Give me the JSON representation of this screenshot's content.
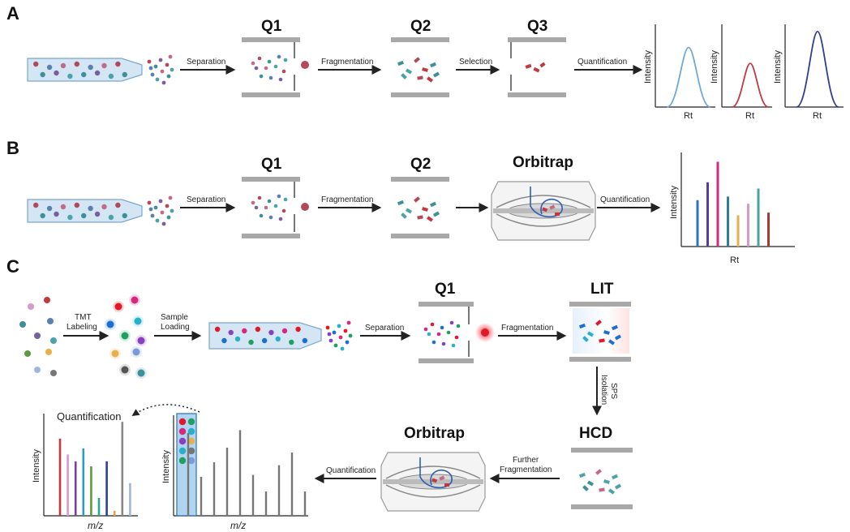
{
  "panels": {
    "a": "A",
    "b": "B",
    "c": "C"
  },
  "stages": {
    "a_q1": "Q1",
    "a_q2": "Q2",
    "a_q3": "Q3",
    "b_q1": "Q1",
    "b_q2": "Q2",
    "b_orbitrap": "Orbitrap",
    "c_q1": "Q1",
    "c_lit": "LIT",
    "c_hcd": "HCD",
    "c_orbitrap": "Orbitrap"
  },
  "arrows": {
    "a_separation": "Separation",
    "a_fragmentation": "Fragmentation",
    "a_selection": "Selection",
    "a_quantification": "Quantification",
    "b_separation": "Separation",
    "b_fragmentation": "Fragmentation",
    "b_quantification": "Quantification",
    "c_tmt_1": "TMT",
    "c_tmt_2": "Labeling",
    "c_sample_1": "Sample",
    "c_sample_2": "Loading",
    "c_separation": "Separation",
    "c_fragmentation": "Fragmentation",
    "c_sps_1": "SPS",
    "c_sps_2": "Isolation",
    "c_further_1": "Further",
    "c_further_2": "Fragmentation",
    "c_quantification": "Quantification"
  },
  "axes": {
    "intensity": "Intensity",
    "rt": "Rt",
    "mz": "m/z",
    "quantification_title": "Quantification"
  },
  "colors": {
    "capillary": "#d4e6f4",
    "capillary_stroke": "#7aa7cf",
    "quad_bar": "#a8a8a8",
    "ion_red": "#c0393f",
    "peak_light_blue": "#6fa8dc",
    "peak_red": "#c0393f",
    "peak_navy": "#2f3f8f"
  },
  "chart_data": [
    {
      "type": "line",
      "panel": "A",
      "series": [
        {
          "color": "#6fa8dc",
          "peak_height": 0.75
        },
        {
          "color": "#c0393f",
          "peak_height": 0.55
        },
        {
          "color": "#2f3f8f",
          "peak_height": 0.95
        }
      ]
    },
    {
      "type": "bar",
      "panel": "B",
      "values": [
        0.52,
        0.72,
        0.95,
        0.56,
        0.35,
        0.48,
        0.65,
        0.38
      ],
      "colors": [
        "#2e75b6",
        "#5b3f8f",
        "#d6287e",
        "#2e7d9a",
        "#e8b04a",
        "#d79ac6",
        "#4aa3a8",
        "#a23a3a"
      ]
    },
    {
      "type": "bar",
      "panel": "C-reporter",
      "values": [
        0.78,
        0.62,
        0.55,
        0.68,
        0.5,
        0.18,
        0.55,
        0.05,
        0.95,
        0.33
      ],
      "colors": [
        "#c0393f",
        "#d79ac6",
        "#7a3f9a",
        "#2e9ac4",
        "#5b9a3f",
        "#27a88f",
        "#2f3f8f",
        "#e8a040",
        "#888888",
        "#9fb8d8"
      ]
    },
    {
      "type": "bar",
      "panel": "C-spectrum",
      "values": [
        0.85,
        0.4,
        0.55,
        0.7,
        0.88,
        0.42,
        0.25,
        0.52,
        0.65,
        0.25
      ]
    }
  ]
}
